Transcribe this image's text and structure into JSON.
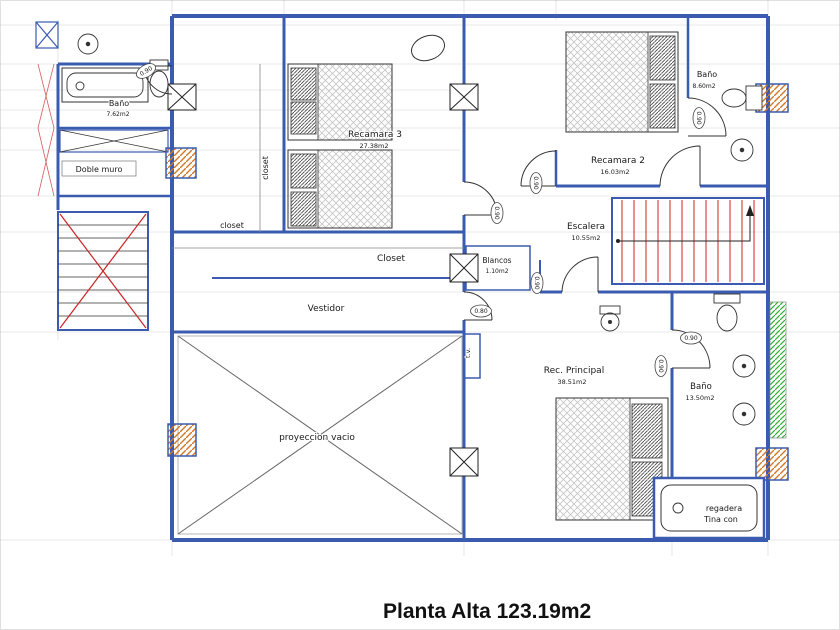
{
  "title": "Planta Alta 123.19m2",
  "door_widths": {
    "w090": "0.90",
    "w080": "0.80"
  },
  "rooms": {
    "bano_top_left": {
      "name": "Baño",
      "area": "7.62m2"
    },
    "doble_muro": {
      "name": "Doble muro"
    },
    "recamara_3": {
      "name": "Recamara 3",
      "area": "27.38m2"
    },
    "closet_strip": {
      "name": "closet"
    },
    "closet_lower": {
      "name": "closet"
    },
    "closet_center": {
      "name": "Closet"
    },
    "blancos": {
      "name": "Blancos",
      "area": "1.10m2"
    },
    "vestidor": {
      "name": "Vestidor"
    },
    "tv_niche": {
      "name": "t.v."
    },
    "proyeccion": {
      "name": "proyeccion vacio"
    },
    "recamara_2": {
      "name": "Recamara 2",
      "area": "16.03m2"
    },
    "bano_top_right": {
      "name": "Baño",
      "area": "8.60m2"
    },
    "escalera": {
      "name": "Escalera",
      "area": "10.55m2"
    },
    "rec_principal": {
      "name": "Rec. Principal",
      "area": "38.51m2"
    },
    "bano_right": {
      "name": "Baño",
      "area": "13.50m2"
    },
    "tina_regadera": {
      "line1": "regadera",
      "line2": "Tina con"
    }
  },
  "colors": {
    "wall_blue": "#3a5bb0",
    "stair_red": "#cc2222",
    "hatch_orange": "#d07a2a",
    "window_green": "#2fae2f",
    "blanket_gray": "#c4c4c4"
  }
}
